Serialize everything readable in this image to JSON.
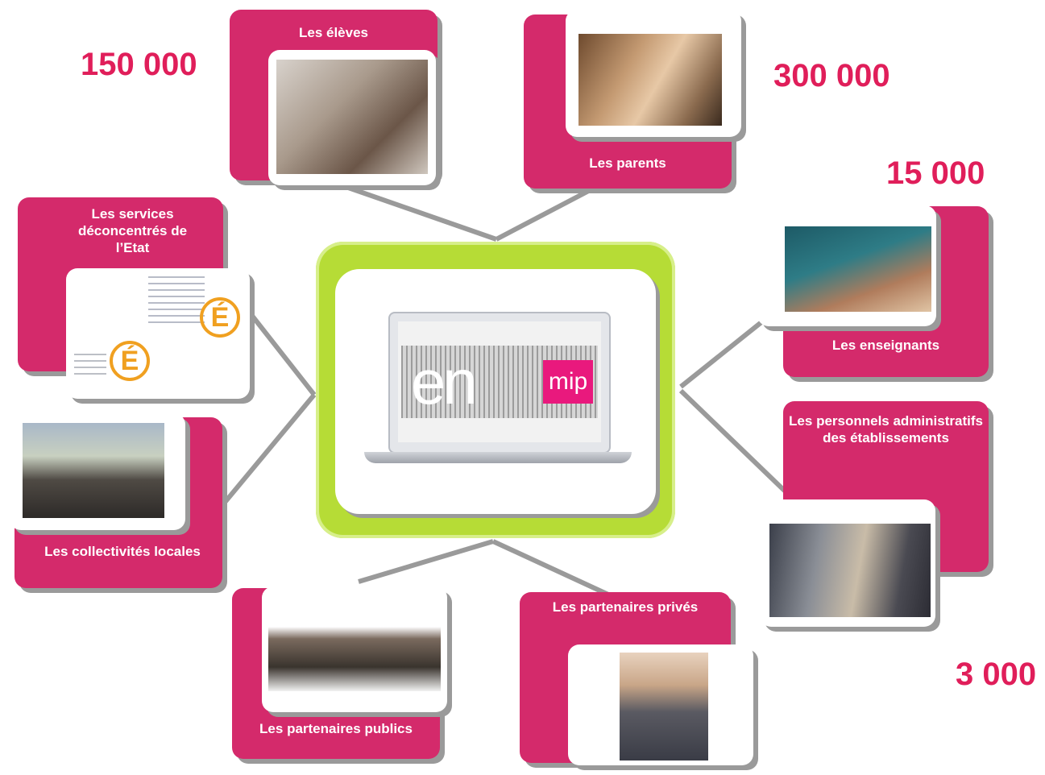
{
  "hub": {
    "logo_text": "en",
    "logo_badge": "mip"
  },
  "stats": {
    "eleves": "150 000",
    "parents": "300 000",
    "enseignants": "15 000",
    "personnels": "3 000"
  },
  "groups": {
    "eleves": "Les élèves",
    "parents": "Les parents",
    "enseignants": "Les enseignants",
    "personnels": "Les personnels administratifs des établissements",
    "services": "Les services déconcentrés de l’Etat",
    "collectivites": "Les collectivités locales",
    "publics": "Les partenaires publics",
    "prives": "Les partenaires privés"
  },
  "colors": {
    "accent": "#d42a6b",
    "stat": "#e01e5a",
    "hub": "#b6dc36"
  },
  "icons": [
    "laptop-icon",
    "academy-logo-icon"
  ]
}
